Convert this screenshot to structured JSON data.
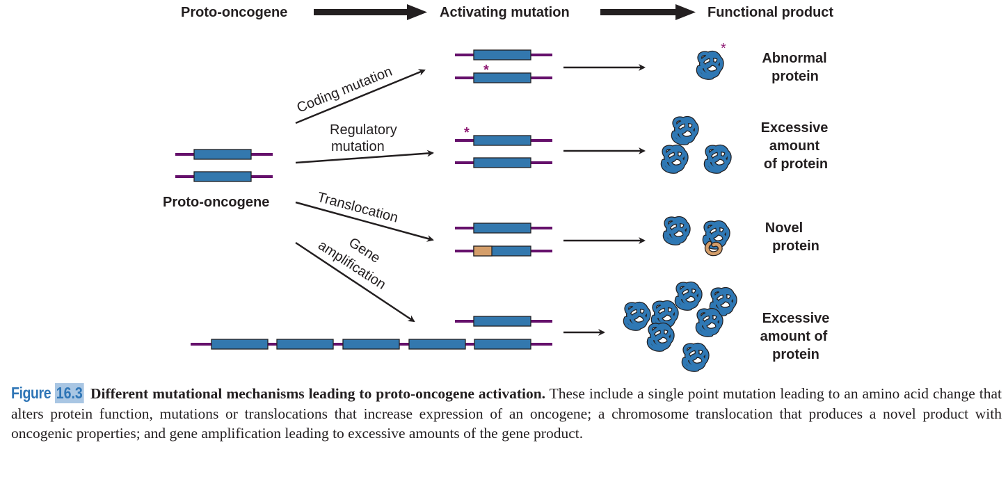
{
  "header": {
    "step1": "Proto-oncogene",
    "step2": "Activating mutation",
    "step3": "Functional product"
  },
  "source": {
    "label": "Proto-oncogene"
  },
  "pathways": [
    {
      "mechanism": "Coding mutation",
      "mechanism_lines": [
        "Coding mutation"
      ],
      "product_lines": [
        "Abnormal",
        "protein"
      ],
      "marker": "*",
      "marker_location": "within coding region"
    },
    {
      "mechanism": "Regulatory mutation",
      "mechanism_lines": [
        "Regulatory",
        "mutation"
      ],
      "product_lines": [
        "Excessive",
        "amount",
        "of protein"
      ],
      "marker": "*",
      "marker_location": "regulatory region"
    },
    {
      "mechanism": "Translocation",
      "mechanism_lines": [
        "Translocation"
      ],
      "product_lines": [
        "Novel",
        "protein"
      ],
      "marker": "",
      "marker_location": "fused segment"
    },
    {
      "mechanism": "Gene amplification",
      "mechanism_lines": [
        "Gene",
        "amplification"
      ],
      "product_lines": [
        "Excessive",
        "amount of",
        "protein"
      ],
      "marker": "",
      "marker_location": "",
      "amplified_copies": 5
    }
  ],
  "colors": {
    "gene_fill": "#3378ae",
    "flank_line": "#65106b",
    "marker": "#8e1a73",
    "fusion_fill": "#d49e6a",
    "protein": "#2f78b4",
    "arrow": "#231f20",
    "caption_accent": "#2e75b6",
    "caption_highlight": "#a9c6e3"
  },
  "caption": {
    "figure_word": "Figure",
    "figure_number": "16.3",
    "title": "Different mutational mechanisms leading to proto-oncogene activation.",
    "body": "These include a single point mutation leading to an amino acid change that alters protein function, mutations or translocations that increase expression of an oncogene; a chromosome translocation that produces a novel product with oncogenic properties; and gene amplification leading to excessive amounts of the gene product."
  }
}
